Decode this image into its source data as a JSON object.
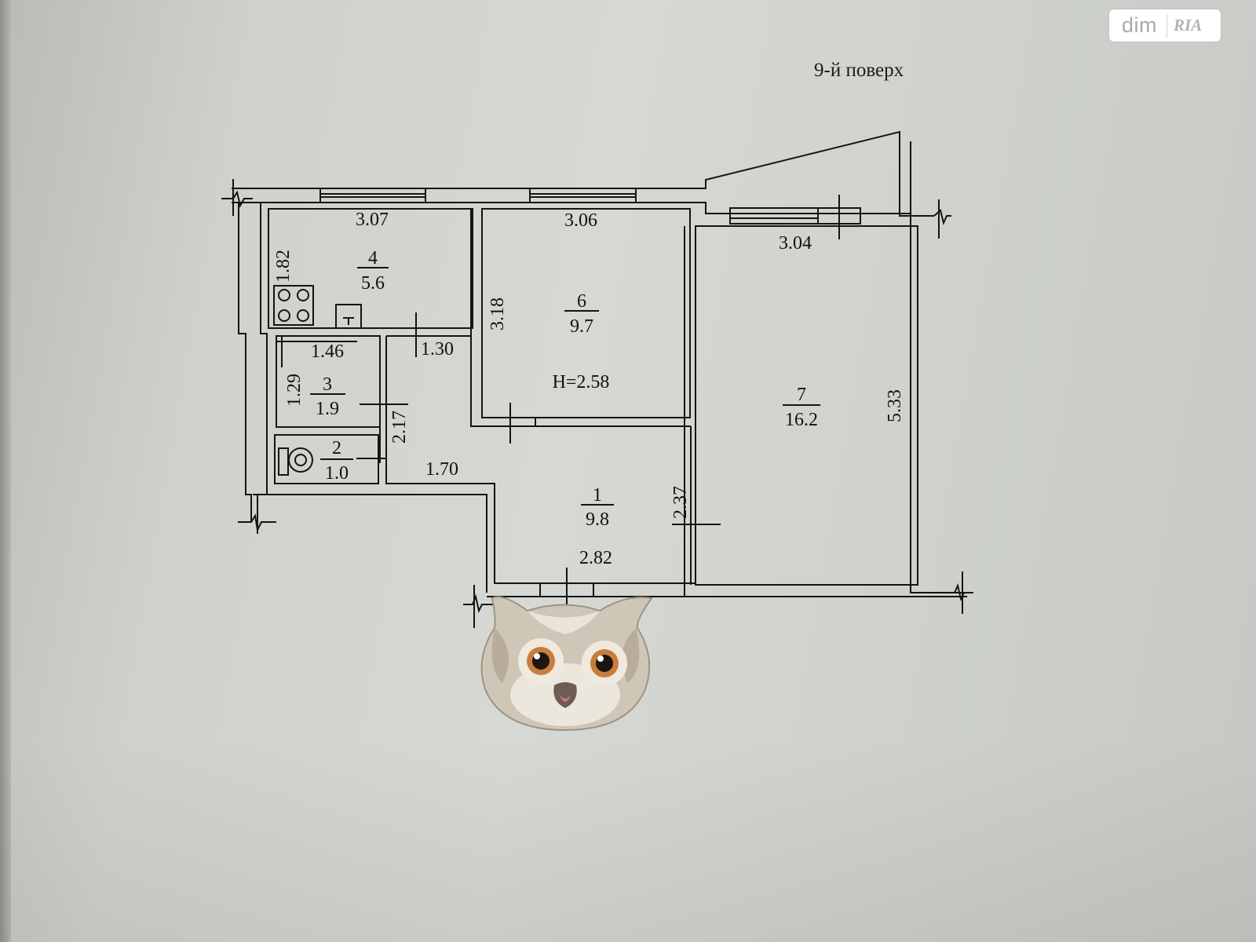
{
  "floor_label": "9-й поверх",
  "watermark": {
    "brand": "dim",
    "sub": "RIA"
  },
  "ceiling_height": "H=2.58",
  "rooms": [
    {
      "id": "1",
      "area": "9.8"
    },
    {
      "id": "2",
      "area": "1.0"
    },
    {
      "id": "3",
      "area": "1.9"
    },
    {
      "id": "4",
      "area": "5.6"
    },
    {
      "id": "6",
      "area": "9.7"
    },
    {
      "id": "7",
      "area": "16.2"
    }
  ],
  "dimensions": {
    "kitchen_width": "3.07",
    "kitchen_depth": "1.82",
    "room6_width": "3.06",
    "room6_depth": "3.18",
    "room7_width": "3.04",
    "room7_depth": "5.33",
    "bath_width": "1.46",
    "bath_depth": "1.29",
    "corridor_short": "1.30",
    "corridor_depth": "2.17",
    "corridor_width": "1.70",
    "hall_depth": "2.37",
    "hall_width": "2.82"
  },
  "colors": {
    "line": "#141414",
    "page": "#d3d5d0"
  }
}
